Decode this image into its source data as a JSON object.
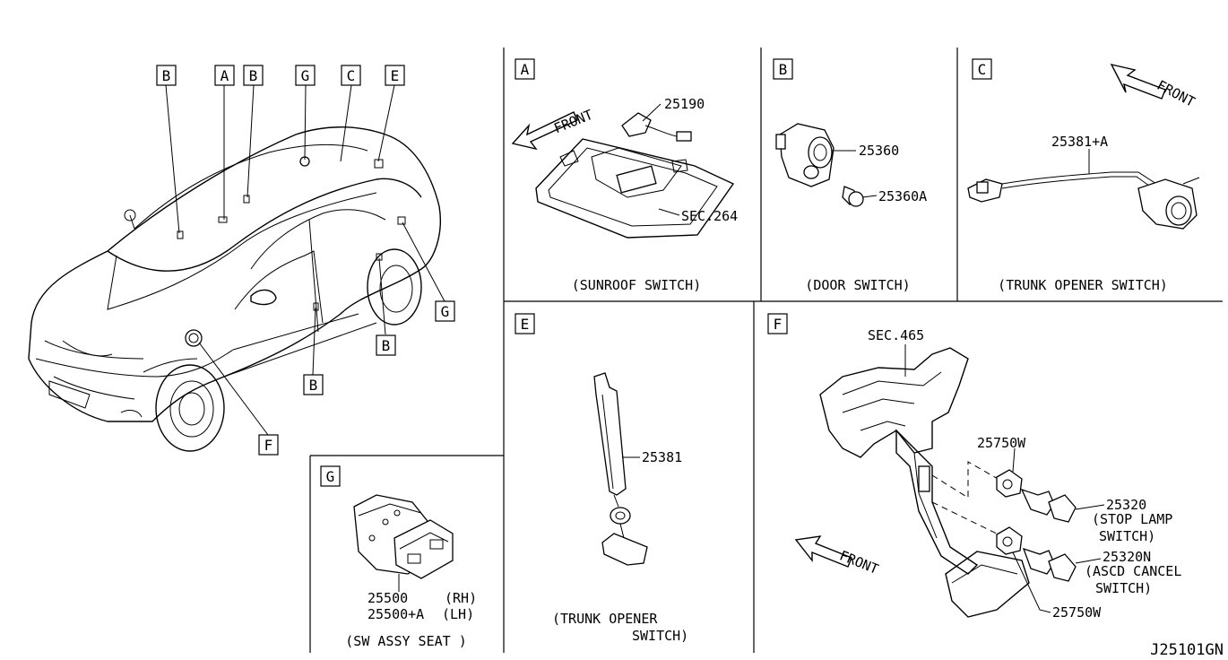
{
  "diagram_code": "J25101GN",
  "car_callouts": [
    "B",
    "A",
    "B",
    "G",
    "C",
    "E",
    "G",
    "B",
    "B",
    "F"
  ],
  "panels": {
    "A": {
      "letter": "A",
      "front_label": "FRONT",
      "parts": [
        "25190",
        "SEC.264"
      ],
      "caption": "(SUNROOF SWITCH)"
    },
    "B": {
      "letter": "B",
      "parts": [
        "25360",
        "25360A"
      ],
      "caption": "(DOOR SWITCH)"
    },
    "C": {
      "letter": "C",
      "front_label": "FRONT",
      "parts": [
        "25381+A"
      ],
      "caption": "(TRUNK OPENER SWITCH)"
    },
    "E": {
      "letter": "E",
      "parts": [
        "25381"
      ],
      "caption_line1": "(TRUNK OPENER",
      "caption_line2": "SWITCH)"
    },
    "F": {
      "letter": "F",
      "front_label": "FRONT",
      "sec_label": "SEC.465",
      "part_top": "25750W",
      "part_stop": "25320",
      "stop_line1": "(STOP LAMP",
      "stop_line2": "SWITCH)",
      "part_ascd": "25320N",
      "ascd_line1": "(ASCD CANCEL",
      "ascd_line2": "SWITCH)",
      "part_bottom": "25750W"
    },
    "G": {
      "letter": "G",
      "part_rh_num": "25500",
      "part_rh_tag": "(RH)",
      "part_lh_num": "25500+A",
      "part_lh_tag": "(LH)",
      "caption": "(SW ASSY SEAT )"
    }
  }
}
